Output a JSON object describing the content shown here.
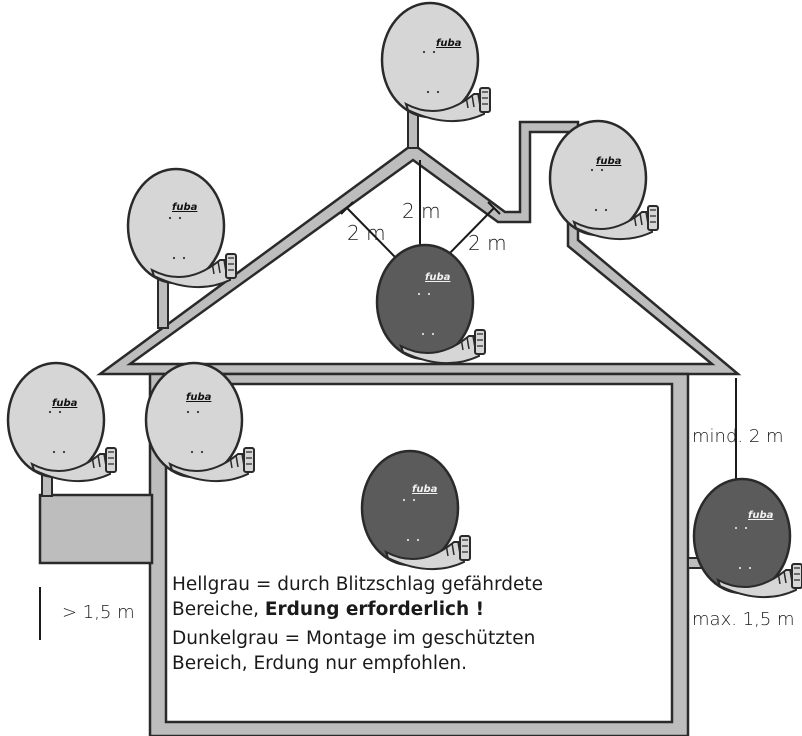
{
  "labels": {
    "dist_left": "2 m",
    "dist_center": "2 m",
    "dist_right": "2 m",
    "mind": "mind. 2 m",
    "max": "max. 1,5 m",
    "gt": "> 1,5 m"
  },
  "brand": "fuba",
  "legend": {
    "light_part1": "Hellgrau = durch Blitzschlag gefährdete",
    "light_part2": "Bereiche,",
    "light_emphasis": "Erdung erforderlich !",
    "dark_line1": "Dunkelgrau = Montage im geschützten",
    "dark_line2": "Bereich, Erdung nur empfohlen."
  },
  "colors": {
    "light_dish": "#d6d6d6",
    "dark_dish": "#5b5b5b",
    "house_wall": "#bdbdbd",
    "outline": "#2a2a2a"
  }
}
